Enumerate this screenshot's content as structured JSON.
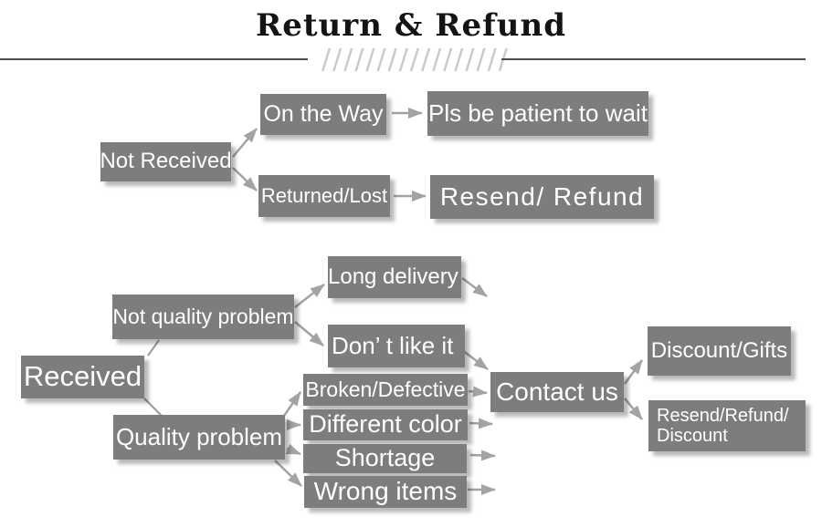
{
  "title": "Return & Refund",
  "decoration": {
    "slashes": "/////////////////"
  },
  "colors": {
    "box_gray": "#7d7d7d",
    "text_white": "#ffffff",
    "arrow_gray": "#a3a3a3",
    "title_black": "#141414",
    "rule_gray": "#4d4d4d",
    "slash_gray": "#c9c9c9"
  },
  "nodes": {
    "not_received": {
      "label": "Not Received"
    },
    "on_the_way": {
      "label": "On the Way"
    },
    "pls_wait": {
      "label": "Pls be patient to wait"
    },
    "returned_lost": {
      "label": "Returned/Lost"
    },
    "resend_refund": {
      "label": "Resend/ Refund"
    },
    "received": {
      "label": "Received"
    },
    "not_quality_problem": {
      "label": "Not quality problem"
    },
    "long_delivery": {
      "label": "Long delivery"
    },
    "dont_like_it": {
      "label": "Don’ t like it"
    },
    "quality_problem": {
      "label": "Quality problem"
    },
    "broken_defective": {
      "label": "Broken/Defective"
    },
    "different_color": {
      "label": "Different color"
    },
    "shortage": {
      "label": "Shortage"
    },
    "wrong_items": {
      "label": "Wrong items"
    },
    "contact_us": {
      "label": "Contact us"
    },
    "discount_gifts": {
      "label": "Discount/Gifts"
    },
    "resend_refund_discount": {
      "line1": "Resend/Refund/",
      "line2": "Discount"
    }
  }
}
